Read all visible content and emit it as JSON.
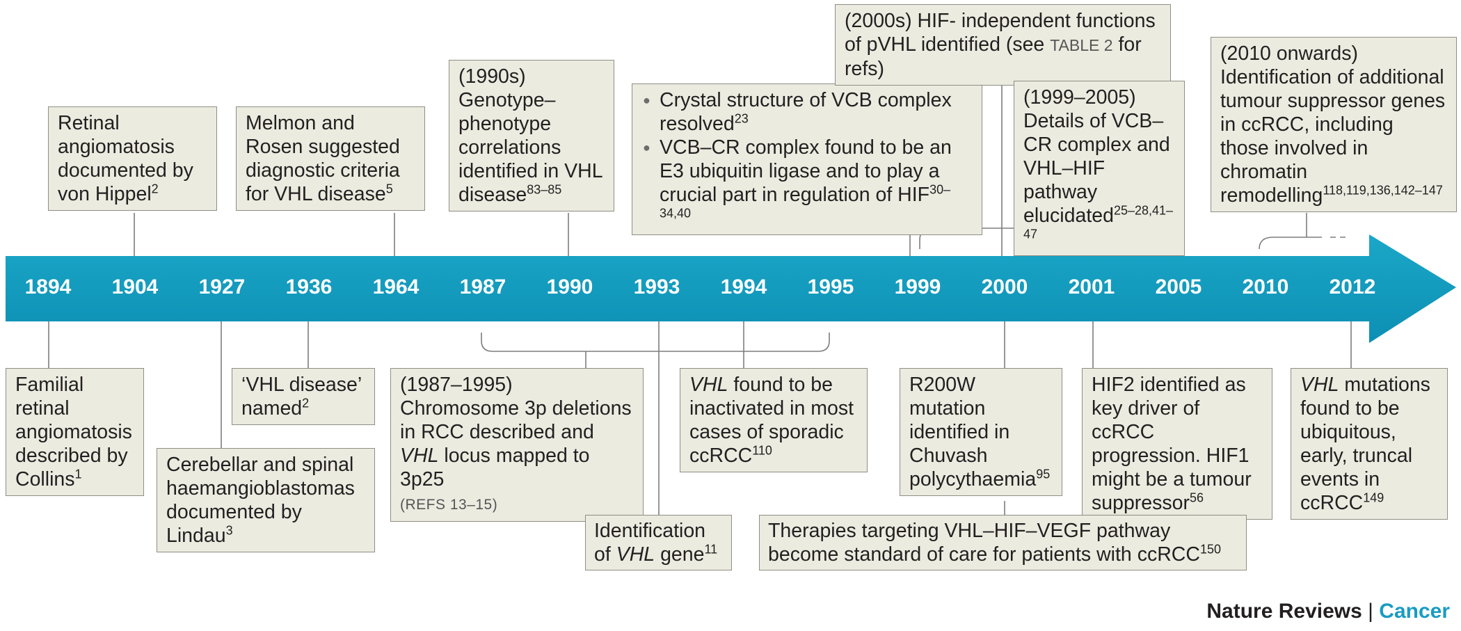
{
  "colors": {
    "arrow_top": "#1ba7c7",
    "arrow_bottom": "#0c8fb4",
    "box_bg": "#ecebe0",
    "box_border": "#8f8d84",
    "connector": "#7d7d7d",
    "brand_accent": "#1a9bc4"
  },
  "years": [
    "1894",
    "1904",
    "1927",
    "1936",
    "1964",
    "1987",
    "1990",
    "1993",
    "1994",
    "1995",
    "1999",
    "2000",
    "2001",
    "2005",
    "2010",
    "2012"
  ],
  "events": {
    "retinal_1904": {
      "text": "Retinal angiomatosis documented by von Hippel",
      "ref": "2"
    },
    "melmon_1964": {
      "text": "Melmon and Rosen suggested diagnostic criteria for VHL disease",
      "ref": "5"
    },
    "genotype_1990": {
      "text": "(1990s) Genotype–phenotype correlations identified in VHL disease",
      "ref": "83–85"
    },
    "crystal_1999": {
      "bullet1": "Crystal structure of VCB complex resolved",
      "bullet1_ref": "23",
      "bullet2": "VCB–CR complex found to be an E3 ubiquitin ligase and to play a crucial part in regulation of HIF",
      "bullet2_ref": "30–34,40"
    },
    "hif_independent_2000s": {
      "text_a": "(2000s) HIF- independent functions of pVHL identified (see",
      "table_ref": "TABLE 2",
      "text_b": "for refs)"
    },
    "vcb_details_1999_2005": {
      "text": "(1999–2005) Details of VCB–CR complex and VHL–HIF pathway elucidated",
      "ref": "25–28,41–47"
    },
    "tumour_suppressor_2010": {
      "text": "(2010 onwards) Identification of additional tumour suppressor genes in ccRCC, including those involved in chromatin remodelling",
      "ref": "118,119,136,142–147"
    },
    "familial_1894": {
      "text": "Familial retinal angiomatosis described by Collins",
      "ref": "1"
    },
    "cerebellar_1927": {
      "text": "Cerebellar and spinal haemangioblastomas documented by Lindau",
      "ref": "3"
    },
    "vhl_named_1936": {
      "text": "‘VHL disease’ named",
      "ref": "2"
    },
    "chromosome_1987_1995": {
      "text_a": "(1987–1995) Chromosome 3p deletions in RCC described and",
      "italic": "VHL",
      "text_b": "locus mapped to 3p25",
      "refs": "(REFS 13–15)"
    },
    "vhl_gene_1993": {
      "text_a": "Identification of",
      "italic": "VHL",
      "text_b": "gene",
      "ref": "11"
    },
    "vhl_inactivated_1994": {
      "italic": "VHL",
      "text": "found to be inactivated in most cases of sporadic ccRCC",
      "ref": "110"
    },
    "r200w_2000": {
      "text": "R200W mutation identified in Chuvash polycythaemia",
      "ref": "95"
    },
    "hif2_2001": {
      "text": "HIF2 identified as key driver of ccRCC progression. HIF1 might be a tumour suppressor",
      "ref": "56"
    },
    "therapies_2005": {
      "text": "Therapies targeting VHL–HIF–VEGF pathway become standard of care for patients with ccRCC",
      "ref": "150"
    },
    "vhl_mutations_2012": {
      "italic": "VHL",
      "text": "mutations found to be ubiquitous, early, truncal events in ccRCC",
      "ref": "149"
    }
  },
  "brand": {
    "journal": "Nature Reviews",
    "separator": "|",
    "section": "Cancer"
  }
}
